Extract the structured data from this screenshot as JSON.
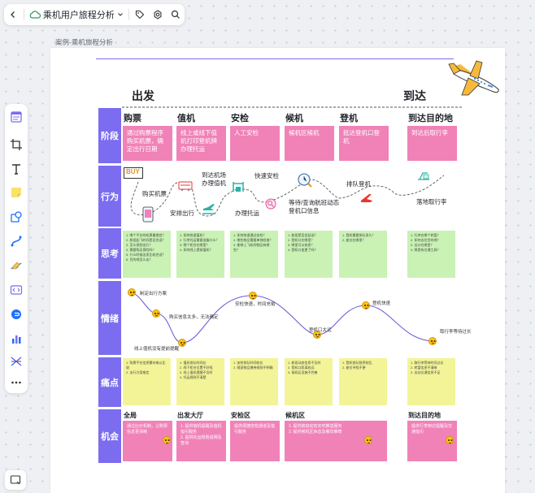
{
  "toolbar": {
    "title": "乘机用户旅程分析"
  },
  "breadcrumb": "案例-乘机旅程分析",
  "board": {
    "start_label": "出发",
    "end_label": "到达",
    "row_labels": {
      "stage": "阶段",
      "action": "行为",
      "thinking": "思考",
      "emotion": "情绪",
      "pain": "痛点",
      "opportunity": "机会"
    },
    "phases": [
      {
        "title": "购票",
        "desc": "通过购票程序购买机票，确定出行日期"
      },
      {
        "title": "值机",
        "desc": "线上或线下值机打印登机牌办理托运"
      },
      {
        "title": "安检",
        "desc": "人工安检"
      },
      {
        "title": "候机",
        "desc": "候机区候机"
      },
      {
        "title": "登机",
        "desc": "抵达登机口登机"
      },
      {
        "title": "到达目的地",
        "desc": "到达后取行李"
      }
    ],
    "actions": {
      "buy": "购买机票",
      "schedule": "安排出行",
      "checkin": "到达机场\n办理值机",
      "checked_bag": "办理托运",
      "security": "快速安检",
      "wait": "等待/查询航班动态\n登机口信息",
      "board": "排队登机",
      "baggage": "落地取行李",
      "buy_icon_text": "BUY"
    },
    "thinking_notes": [
      "1. 哪个平台的机票最便宜？\n2. 航班起飞时间是否合适？\n3. 怎么规划出行？\n4. 需要购买保险吗？\n5. 什么时候出发比较合适？\n6. 目的地怎么去？",
      "1. 如何快速值机？\n2. 行李托运需要准备什么？\n3. 哪个柜台在哪里？\n4. 如何线上提前值机？",
      "1. 如何快速通过安检？\n2. 哪些物品需要单独检查？\n3. 能带上飞机的物品有哪些？",
      "1. 航班是否会延误？\n2. 登机口在哪里？\n3. 哪里可以休息？\n4. 登机口变更了吗？",
      "1. 登机需要排队多久？\n2. 座位在哪里？",
      "1. 行李在哪个转盘？\n2. 如何去往目的地？\n3. 出口在哪里？\n4. 哪里有交通工具？"
    ],
    "emotions": [
      "制定出行方案",
      "购买信息太多，无法确定",
      "线上值机没有提前提醒",
      "安检快速，时间充裕",
      "登机口太远",
      "登机快速",
      "取行李等待过长"
    ],
    "pain_notes": [
      "1. 购票平台信息繁杂难以比较\n2. 出行方案难定",
      "1. 值机排队时间长\n2. 线下柜台位置不好找\n3. 线上值机提醒不及时\n4. 托运规则不清楚",
      "1. 安检排队时间较长\n2. 随身物品携带规则不明确",
      "1. 航班动态信息不及时\n2. 登机口距离较远\n3. 候机区设施不完善",
      "1. 登机排队秩序较乱\n2. 座位寻找不便",
      "1. 取行李等待时间过长\n2. 转盘信息不清晰\n3. 出站交通信息不足"
    ],
    "opportunity_titles": [
      "全局",
      "出发大厅",
      "安检区",
      "候机区",
      "到达目的地"
    ],
    "opportunities": [
      "通过比价机制，让购票信息更清晰",
      "1. 提供值机提醒及值机指引服务\n2. 提供托运规则说明及查询",
      "提供便捷安检通道及指引服务",
      "1. 提供航班动态实时推送服务\n2. 提供候机区休息及餐饮推荐",
      "提供行李到达提醒及交通指引"
    ]
  },
  "colors": {
    "accent": "#7b6cf0",
    "pink": "#f082b8",
    "green": "#c9f2b4",
    "yellow": "#f3f498"
  }
}
